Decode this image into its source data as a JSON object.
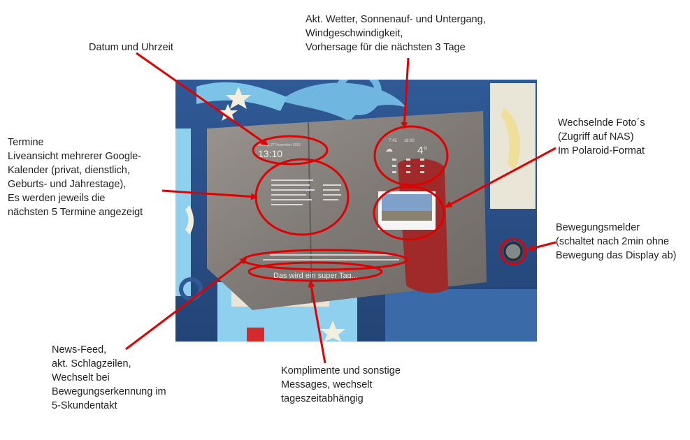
{
  "labels": {
    "datetime": "Datum und Uhrzeit",
    "weather": [
      "Akt. Wetter, Sonnenauf- und Untergang,",
      "Windgeschwindigkeit,",
      "Vorhersage für die nächsten 3 Tage"
    ],
    "photos": [
      "Wechselnde Foto´s",
      "(Zugriff auf NAS)",
      "Im Polaroid-Format"
    ],
    "calendar": [
      "Termine",
      "Liveansicht mehrerer Google-",
      "Kalender (privat, dienstlich,",
      "Geburts- und Jahrestage),",
      "Es werden jeweils die",
      "nächsten 5 Termine angezeigt"
    ],
    "motion": [
      "Bewegungsmelder",
      "(schaltet nach 2min ohne",
      "Bewegung das Display ab)"
    ],
    "news": [
      "News-Feed,",
      "akt. Schlagzeilen,",
      "Wechselt bei",
      "Bewegungserkennung im",
      "5-Skundentakt"
    ],
    "compliments": [
      "Komplimente und sonstige",
      "Messages, wechselt",
      "tageszeitabhängig"
    ]
  },
  "mirror": {
    "date": "Freitag, 27 November 2015",
    "time": "13:10",
    "sunrise": "7:45",
    "sunset": "16:00",
    "temperature": "4°",
    "compliment": "Das wird ein super Tag..."
  },
  "colors": {
    "annotation": "#e00000",
    "wall": "#2a4f86",
    "mirror": "#8a8580"
  }
}
